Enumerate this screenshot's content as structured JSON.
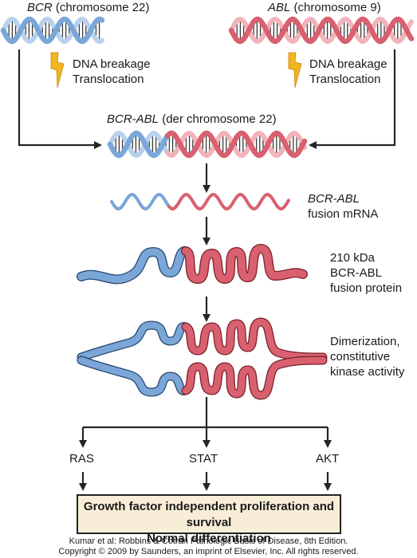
{
  "colors": {
    "bcr": "#7aa6d8",
    "bcr_light": "#b9d1ee",
    "abl": "#d9606f",
    "abl_light": "#f2b3bb",
    "rung": "#3a3a3a",
    "lightning": "#f0b51f",
    "arrow": "#262626",
    "outcome_bg": "#f8eed7"
  },
  "bcr_gene": {
    "name": "BCR",
    "location": "(chromosome 22)"
  },
  "abl_gene": {
    "name": "ABL",
    "location": "(chromosome 9)"
  },
  "breakage_left": {
    "line1": "DNA breakage",
    "line2": "Translocation"
  },
  "breakage_right": {
    "line1": "DNA breakage",
    "line2": "Translocation"
  },
  "fusion_gene": {
    "name": "BCR-ABL",
    "location": "(der chromosome 22)"
  },
  "mrna": {
    "name": "BCR-ABL",
    "desc": "fusion mRNA"
  },
  "protein": {
    "line1": "210 kDa",
    "line2": "BCR-ABL",
    "line3": "fusion protein"
  },
  "dimer": {
    "line1": "Dimerization,",
    "line2": "constitutive",
    "line3": "kinase activity"
  },
  "pathways": [
    "RAS",
    "STAT",
    "AKT"
  ],
  "outcome": {
    "line1": "Growth factor independent proliferation and survival",
    "line2": "Normal differentiation"
  },
  "credit": {
    "line1": "Kumar et al: Robbins & Cotran Pathologic Basis of Disease, 8th Edition.",
    "line2": "Copyright © 2009 by Saunders, an imprint of Elsevier, Inc. All rights reserved."
  }
}
